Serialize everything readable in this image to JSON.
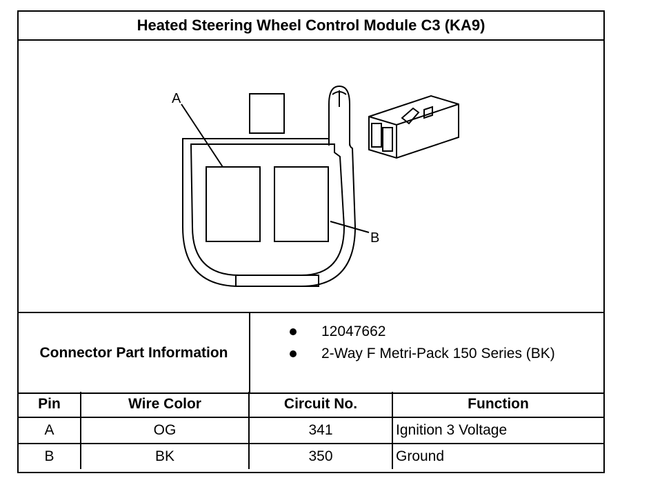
{
  "title": "Heated Steering Wheel Control Module C3 (KA9)",
  "diagram": {
    "callout_a": "A",
    "callout_b": "B"
  },
  "connector_info": {
    "label": "Connector Part Information",
    "items": [
      "12047662",
      "2-Way F Metri-Pack 150 Series (BK)"
    ]
  },
  "pin_table": {
    "headers": [
      "Pin",
      "Wire Color",
      "Circuit No.",
      "Function"
    ],
    "rows": [
      {
        "pin": "A",
        "wire_color": "OG",
        "circuit": "341",
        "function": "Ignition 3 Voltage"
      },
      {
        "pin": "B",
        "wire_color": "BK",
        "circuit": "350",
        "function": "Ground"
      }
    ]
  }
}
